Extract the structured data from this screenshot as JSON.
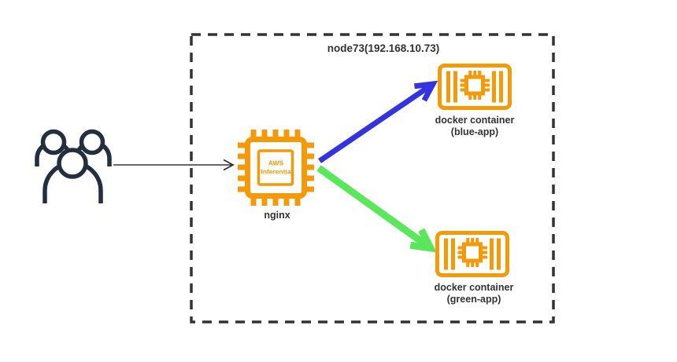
{
  "diagram": {
    "title": "node73(192.168.10.73)",
    "users": {
      "icon": "users-group-icon"
    },
    "nginx": {
      "label": "nginx",
      "chip_line1": "AWS",
      "chip_line2": "Inferentia",
      "icon": "aws-inferentia-chip-icon"
    },
    "containers": {
      "blue": {
        "label_line1": "docker container",
        "label_line2": "(blue-app)",
        "icon": "docker-container-icon"
      },
      "green": {
        "label_line1": "docker container",
        "label_line2": "(green-app)",
        "icon": "docker-container-icon"
      }
    },
    "edges": [
      {
        "from": "users",
        "to": "nginx",
        "color": "#333333"
      },
      {
        "from": "nginx",
        "to": "blue-container",
        "color": "#3434DE"
      },
      {
        "from": "nginx",
        "to": "green-container",
        "color": "#5BE75B"
      }
    ],
    "colors": {
      "orange": "#F49908",
      "navy": "#232F3E",
      "blue_arrow": "#3434DE",
      "green_arrow": "#5BE75B",
      "text": "#333333",
      "border": "#333333",
      "background": "#FFFFFF"
    }
  }
}
